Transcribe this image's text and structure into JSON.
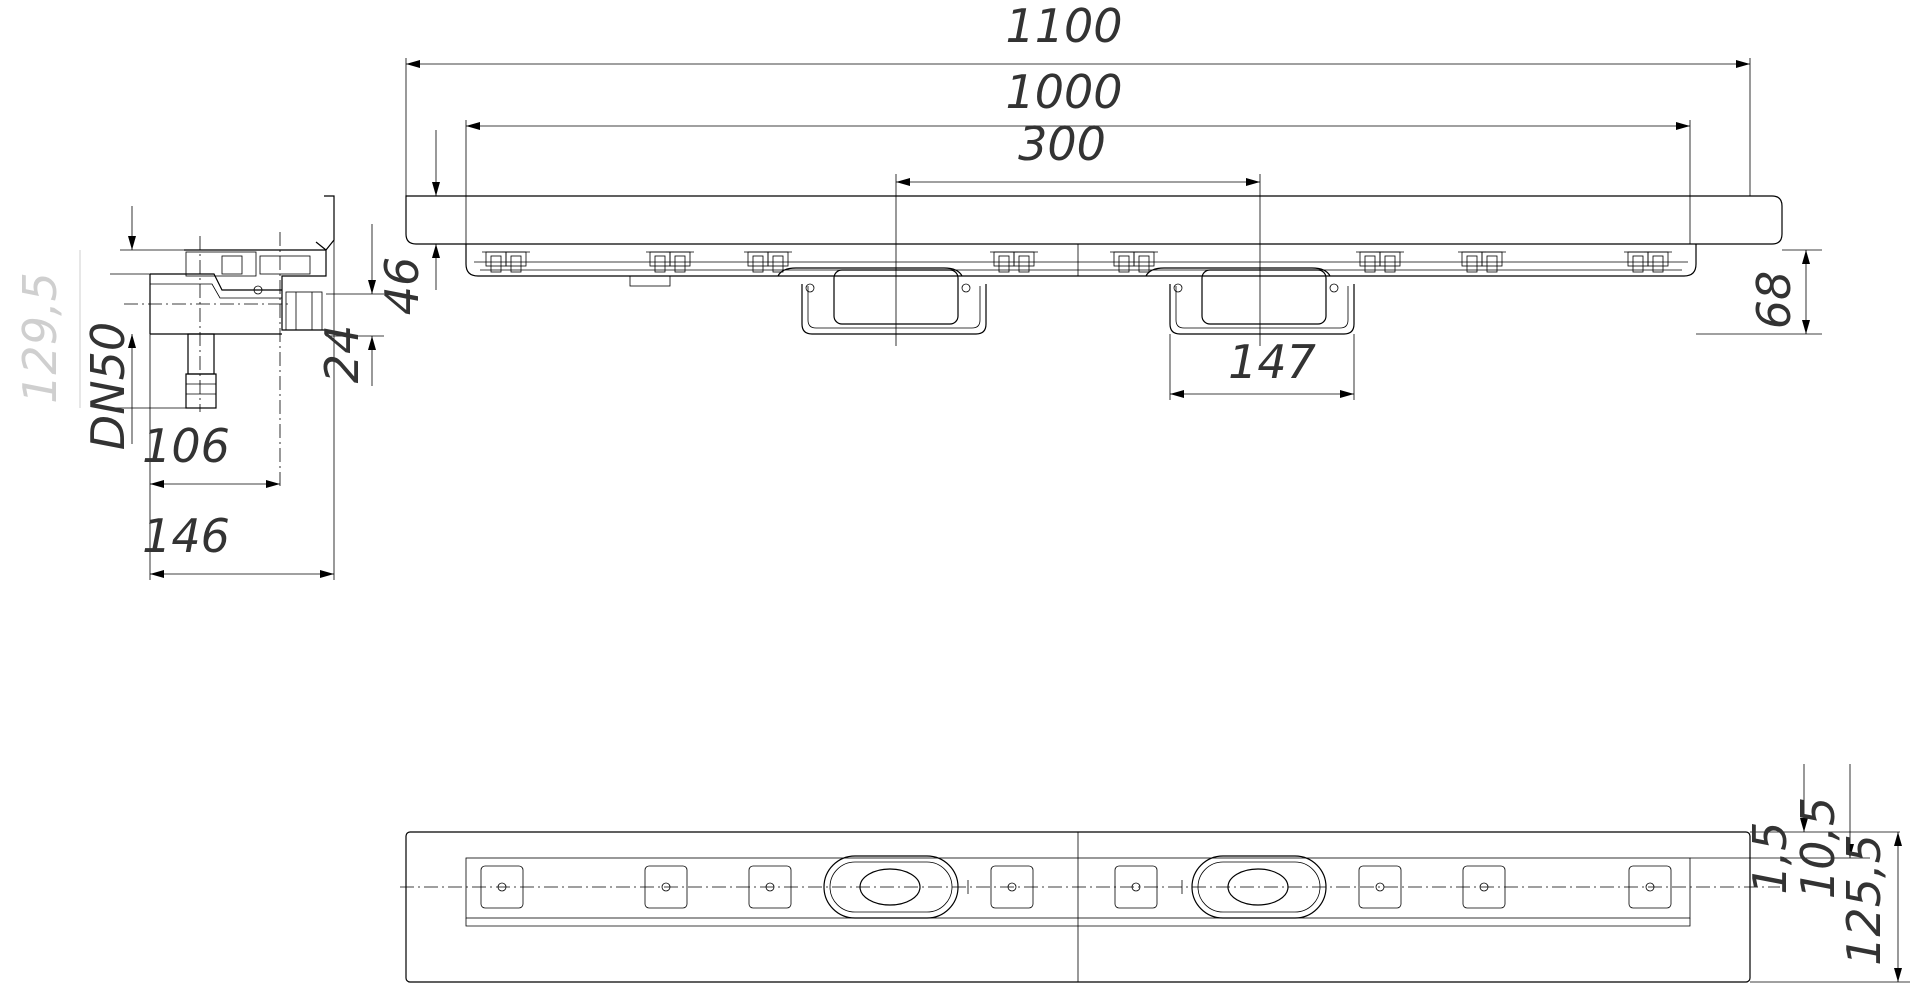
{
  "dimensions": {
    "length_overall": "1100",
    "length_inner": "1000",
    "outlet_spacing": "300",
    "outlet_width": "147",
    "body_height": "68",
    "side_height_overall": "129,5",
    "outlet_nominal": "DN50",
    "side_width_outlet": "106",
    "side_width_overall": "146",
    "side_flange_height": "46",
    "side_outlet_offset": "24",
    "plan_offset_1": "1,5",
    "plan_offset_2": "10,5",
    "plan_width": "125,5"
  }
}
